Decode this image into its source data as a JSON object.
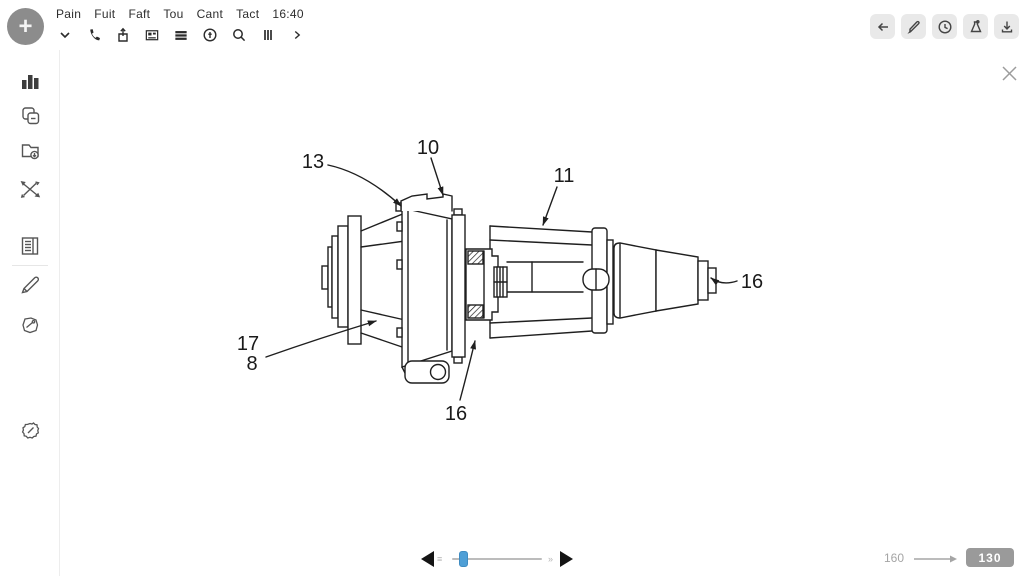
{
  "topbar": {
    "menu": [
      "Pain",
      "Fuit",
      "Faft",
      "Tou",
      "Cant",
      "Tact"
    ],
    "time": "16:40",
    "toolbar_icons": [
      "chevron-down",
      "phone",
      "share",
      "image",
      "list",
      "circled-f",
      "search",
      "columns",
      "chevron-right"
    ],
    "action_buttons": [
      "back",
      "edit",
      "clock",
      "flask",
      "download"
    ]
  },
  "avatar": {
    "symbol": "+"
  },
  "sidebar": {
    "icons": [
      "bar-chart",
      "copy-pages",
      "save-export",
      "cross-tools",
      "document-list",
      "pencil",
      "badge",
      "gear"
    ]
  },
  "figure": {
    "labels": {
      "n13": "13",
      "n10": "10",
      "n11": "11",
      "n16_right": "16",
      "n17": "17",
      "n8": "8",
      "n16_bottom": "16"
    }
  },
  "footer": {
    "left_value": "160",
    "badge_value": "130"
  },
  "colors": {
    "accent_blue": "#4f9fd6",
    "badge_gray": "#9a9a9a",
    "drawing_line": "#1f1f1f"
  }
}
